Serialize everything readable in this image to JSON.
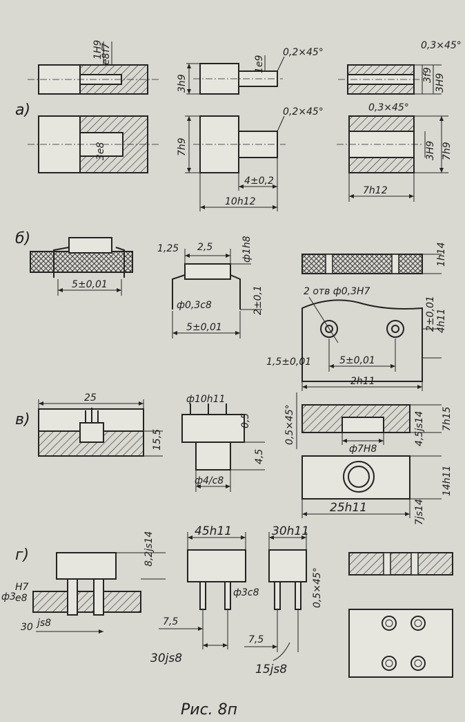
{
  "figure": {
    "caption": "Рис. 8п"
  },
  "sections": [
    {
      "label": "а)",
      "dims": [
        "1H9",
        "f7",
        "e8",
        "1e9",
        "3h9",
        "0,2×45°",
        "0,3×45°",
        "3f9",
        "3H9",
        "3e8",
        "7h9",
        "4±0,2",
        "10h12",
        "0,3×45°",
        "3H9",
        "7h9",
        "7h12"
      ]
    },
    {
      "label": "б)",
      "dims": [
        "5±0,01",
        "1,25",
        "2,5",
        "ф1h8",
        "ф0,3c8",
        "2±0,1",
        "5±0,01",
        "1h14",
        "2 отв ф0,3H7",
        "2±0,01",
        "4h11",
        "1,5±0,01",
        "5±0,01",
        "2h11"
      ]
    },
    {
      "label": "в)",
      "dims": [
        "25",
        "15,5",
        "ф10h11",
        "0,5",
        "4,5",
        "ф4/c8",
        "0,5×45°",
        "7h15",
        "4,5js14",
        "ф7H8",
        "14h11",
        "7js14",
        "25h11"
      ]
    },
    {
      "label": "г)",
      "dims": [
        "8,2js14",
        "ф3",
        "H7",
        "e8",
        "30",
        "js8",
        "45h11",
        "ф3c8",
        "7,5",
        "30js8",
        "30h11",
        "0,5×45°",
        "7,5",
        "15js8"
      ]
    }
  ]
}
